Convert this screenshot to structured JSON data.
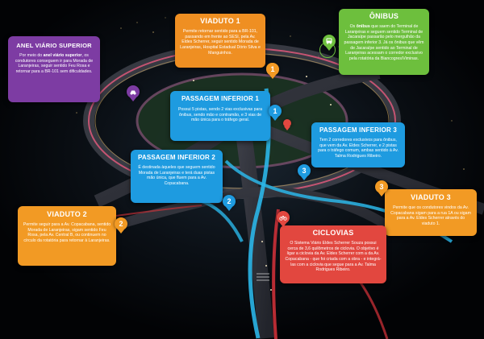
{
  "colors": {
    "orange": "#f29a24",
    "purple": "#7d3ca3",
    "green": "#6fc13e",
    "blue": "#1e9be0",
    "red": "#e2473f"
  },
  "cards": {
    "viaduto1": {
      "title": "VIADUTO 1",
      "text": "Permite retornar sentido para a BR-101, passando em frente ao SESI, pela Av. Eldes Scherrer, seguir sentido Morada de Laranjeiras, Hospital Estadual Dório Silva e Manguinhos."
    },
    "onibus": {
      "title": "ÔNIBUS",
      "text_parts": [
        "Os ",
        "ônibus",
        " que saem do Terminal de Laranjeiras e seguem sentido Terminal de Jacaraípe passarão pelo mergulhão da passagem inferior 3. Já os ônibus que vêm de Jacaraípe sentido ao Terminal de Laranjeiras acessam o corredor exclusivo pela rotatória da Biancogres/Viminas."
      ]
    },
    "anel": {
      "title": "ANEL VIÁRIO SUPERIOR",
      "text_parts": [
        "Por meio do ",
        "anel viário superior",
        ", os condutores conseguem ir para Morada de Laranjeiras, seguir sentido Feu Rosa e retornar para a BR-101 sem dificuldades."
      ]
    },
    "passagem1": {
      "title": "PASSAGEM INFERIOR 1",
      "text": "Possui 5 pistas, sendo 2 vias exclusivas para ônibus, sendo mão e contramão, e 3 vias de mão única para o tráfego geral."
    },
    "passagem3": {
      "title": "PASSAGEM INFERIOR 3",
      "text": "Tem 2 corredores exclusivos para ônibus, que vem da Av. Eldes Scherrer, e 2 pistas para o tráfego comum, ambas sentido à Av. Talma Rodrigues Ribeiro."
    },
    "passagem2": {
      "title": "PASSAGEM INFERIOR 2",
      "text": "É destinada àqueles que seguem sentido Morada de Laranjeiras e terá duas pistas mão única, que fluem para a Av. Copacabana."
    },
    "viaduto3": {
      "title": "VIADUTO 3",
      "text": "Permite que os condutores vindos da Av. Copacabana sigam para a rua 1A ou sigam para a Av. Eldes Scherrer através do viaduto 1."
    },
    "viaduto2": {
      "title": "VIADUTO 2",
      "text": "Permite seguir para a Av. Copacabana, sentido Morada de Laranjeiras, sigam sentido Feu Rosa, pela Av. Central B, ou continuem no círculo da rotatória para retornar à Laranjeiras."
    },
    "ciclovias": {
      "title": "CICLOVIAS",
      "text": "O Sistema Viário Eldes Scherrer Souza possui cerca de 3,6 quilômetros de ciclovia. O objetivo é ligar a ciclovia da Av. Eldes Scherrer com a da Av. Copacabana - que foi criada com a obra - e integrá-las com a ciclovia que segue para a Av. Talma Rodrigues Ribeiro."
    }
  },
  "pins": {
    "viaduto1": "1",
    "viaduto2": "2",
    "viaduto3": "3",
    "passagem1": "1",
    "passagem2": "2",
    "passagem3": "3"
  },
  "icons": {
    "onibus": "bus-icon",
    "anel": "car-icon",
    "ciclovias": "bicycle-icon"
  }
}
